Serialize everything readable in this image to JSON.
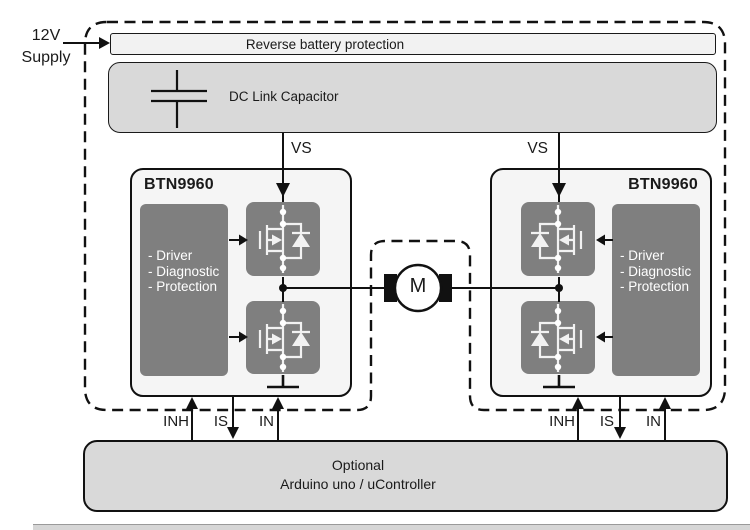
{
  "diagram": {
    "supply": {
      "line1": "12V",
      "line2": "Supply"
    },
    "reverse_battery_label": "Reverse battery protection",
    "dc_link_label": "DC Link Capacitor",
    "vs_left_label": "VS",
    "vs_right_label": "VS",
    "btn_left": {
      "title": "BTN9960",
      "features": [
        "- Driver",
        "- Diagnostic",
        "- Protection"
      ]
    },
    "btn_right": {
      "title": "BTN9960",
      "features": [
        "- Driver",
        "- Diagnostic",
        "- Protection"
      ]
    },
    "motor_label": "M",
    "pins_left": {
      "inh": "INH",
      "is": "IS",
      "in": "IN"
    },
    "pins_right": {
      "inh": "INH",
      "is": "IS",
      "in": "IN"
    },
    "controller": {
      "line1": "Optional",
      "line2": "Arduino uno / uController"
    },
    "icons": [
      "capacitor-icon",
      "mosfet-icon",
      "body-diode-icon",
      "ground-icon",
      "motor-icon"
    ],
    "colors": {
      "block_gray": "#7f7f7f",
      "panel_light": "#f2f2f2",
      "panel_gray": "#d9d9d9",
      "outline": "#111111",
      "symbol_light": "#f2f2f2"
    }
  }
}
